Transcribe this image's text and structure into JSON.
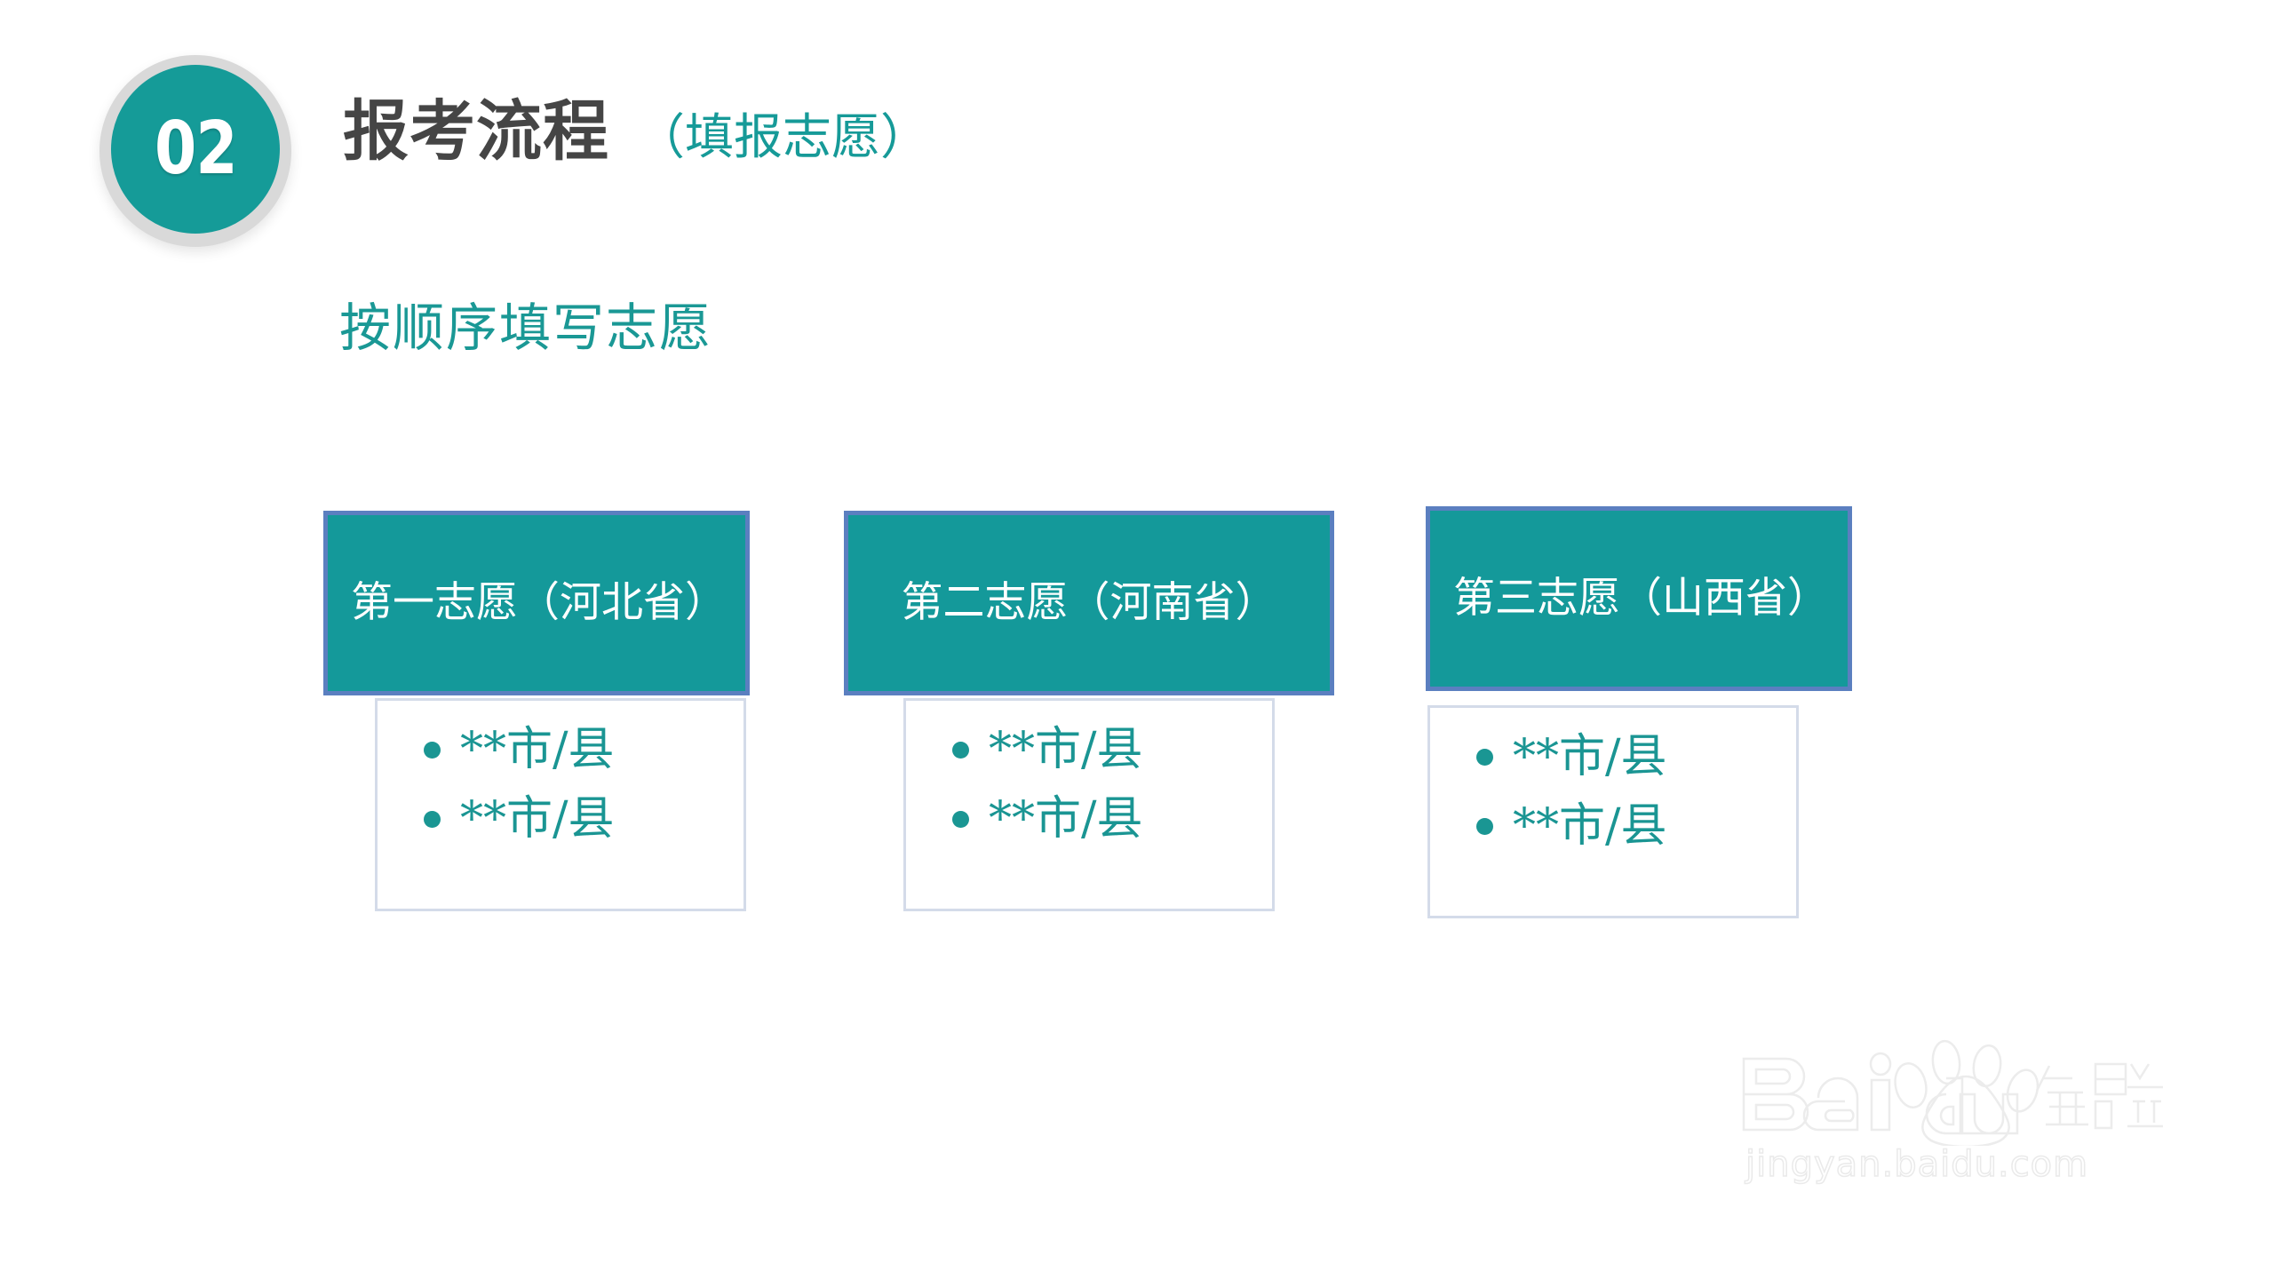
{
  "slide": {
    "background_color": "#ffffff",
    "accent_color": "#159a98",
    "header_border_color": "#5b7fc0",
    "body_border_color": "#d4dbe9",
    "title_color": "#454545"
  },
  "badge": {
    "number": "02",
    "icon": "numbered-circle-badge"
  },
  "header": {
    "title_main": "报考流程",
    "title_sub": "（填报志愿）"
  },
  "subtitle": {
    "text": "按顺序填写志愿"
  },
  "cards": [
    {
      "id": "card-1",
      "header": "第一志愿（河北省）",
      "bullets": [
        "**市/县",
        "**市/县"
      ]
    },
    {
      "id": "card-2",
      "header": "第二志愿（河南省）",
      "bullets": [
        "**市/县",
        "**市/县"
      ]
    },
    {
      "id": "card-3",
      "header": "第三志愿（山西省）",
      "bullets": [
        "**市/县",
        "**市/县"
      ]
    }
  ],
  "watermark": {
    "brand": "Baidu 经验",
    "url": "jingyan.baidu.com",
    "icon": "baidu-paw-logo"
  }
}
